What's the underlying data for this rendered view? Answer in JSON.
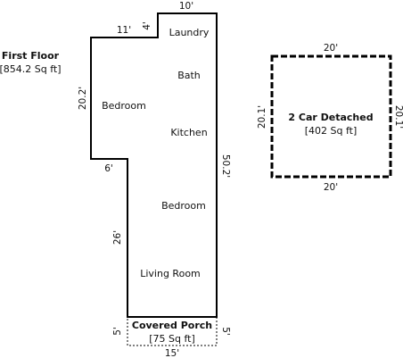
{
  "first_floor": {
    "title": "First Floor",
    "area": "[854.2 Sq ft]",
    "rooms": {
      "laundry": "Laundry",
      "bath": "Bath",
      "bedroom_upper": "Bedroom",
      "kitchen": "Kitchen",
      "bedroom_lower": "Bedroom",
      "living_room": "Living Room"
    },
    "dimensions": {
      "top_width": "10'",
      "step_width": "11'",
      "step_height": "4'",
      "left_upper_height": "20.2'",
      "notch_width": "6'",
      "left_lower_height": "26'",
      "right_height": "50.2'"
    }
  },
  "covered_porch": {
    "title": "Covered Porch",
    "area": "[75 Sq ft]",
    "dimensions": {
      "width": "15'",
      "left_height": "5'",
      "right_height": "5'"
    }
  },
  "garage": {
    "title": "2 Car Detached",
    "area": "[402 Sq ft]",
    "dimensions": {
      "top_width": "20'",
      "bottom_width": "20'",
      "left_height": "20.1'",
      "right_height": "20.1'"
    }
  }
}
